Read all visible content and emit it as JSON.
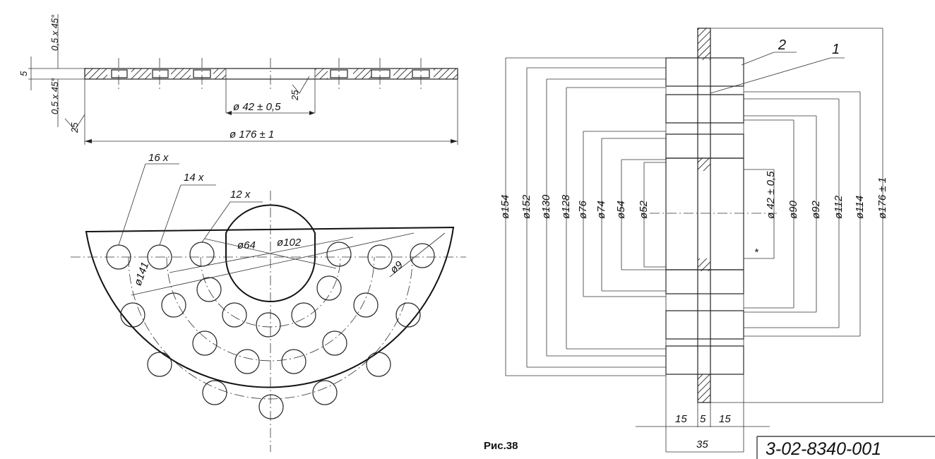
{
  "figure_caption": "Рис.38",
  "drawing_number": "3-02-8340-001",
  "plate_view": {
    "chamfer_top": "0,5 х 45°",
    "chamfer_bottom": "0,5 х 45°",
    "thickness": "5",
    "hole_diameter": "ø 42 ± 0,5",
    "roughness_inner": "25",
    "roughness_outer": "25",
    "outer_diameter": "ø 176 ± 1"
  },
  "hole_pattern": {
    "count_outer": "16 х",
    "count_middle": "14 х",
    "count_inner": "12 х",
    "circle_141": "ø141",
    "circle_64": "ø64",
    "circle_102": "ø102",
    "hole_size": "ø9"
  },
  "assembly_view": {
    "part_2": "2",
    "part_1": "1",
    "left_dims": [
      "ø154",
      "ø152",
      "ø130",
      "ø128",
      "ø76",
      "ø74",
      "ø54",
      "ø52"
    ],
    "right_dims": [
      "ø 42 ± 0,5",
      "ø90",
      "ø92",
      "ø112",
      "ø114",
      "ø176 ± 1"
    ],
    "star_mark": "*",
    "bottom_15_left": "15",
    "bottom_5": "5",
    "bottom_15_right": "15",
    "bottom_35": "35"
  }
}
